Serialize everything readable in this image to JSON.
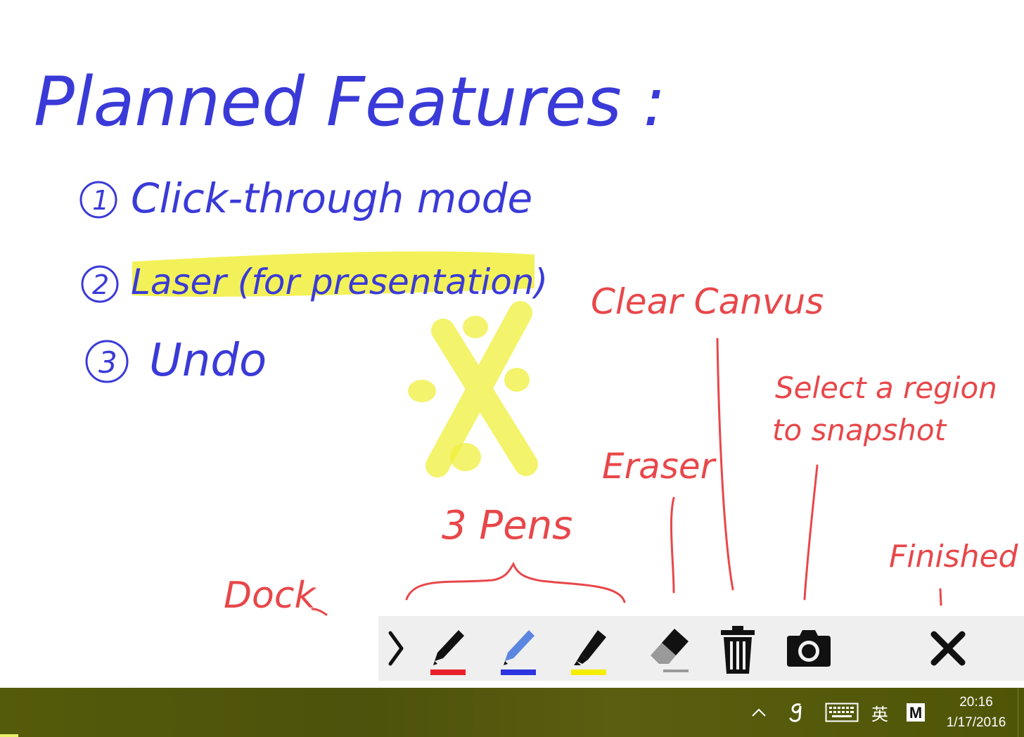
{
  "notes": {
    "heading": "Planned Features :",
    "items": [
      {
        "num": "1",
        "text": "Click-through mode"
      },
      {
        "num": "2",
        "text": "Laser (for presentation)"
      },
      {
        "num": "3",
        "text": "Undo"
      }
    ]
  },
  "annotations": {
    "clear_canvas": "Clear Canvus",
    "select_region_line1": "Select a region",
    "select_region_line2": "to snapshot",
    "eraser": "Eraser",
    "pens": "3 Pens",
    "finished": "Finished",
    "dock": "Dock"
  },
  "toolbar": {
    "tools": [
      {
        "name": "dock",
        "icon": "chevron-right-icon"
      },
      {
        "name": "pen-red",
        "icon": "pen-icon",
        "color": "#e8212a"
      },
      {
        "name": "pen-blue",
        "icon": "pen-icon",
        "color": "#2e35e0"
      },
      {
        "name": "highlighter-yellow",
        "icon": "highlighter-icon",
        "color": "#f5ee00"
      },
      {
        "name": "eraser",
        "icon": "eraser-icon"
      },
      {
        "name": "clear",
        "icon": "trash-icon"
      },
      {
        "name": "snapshot",
        "icon": "camera-icon"
      },
      {
        "name": "finish",
        "icon": "close-icon"
      }
    ]
  },
  "taskbar": {
    "ime_label": "英",
    "ime_mode": "M",
    "time": "20:16",
    "date": "1/17/2016"
  },
  "colors": {
    "ink_blue": "#3a3ad8",
    "ink_red": "#e8474a",
    "highlight": "#f0ef3c"
  }
}
